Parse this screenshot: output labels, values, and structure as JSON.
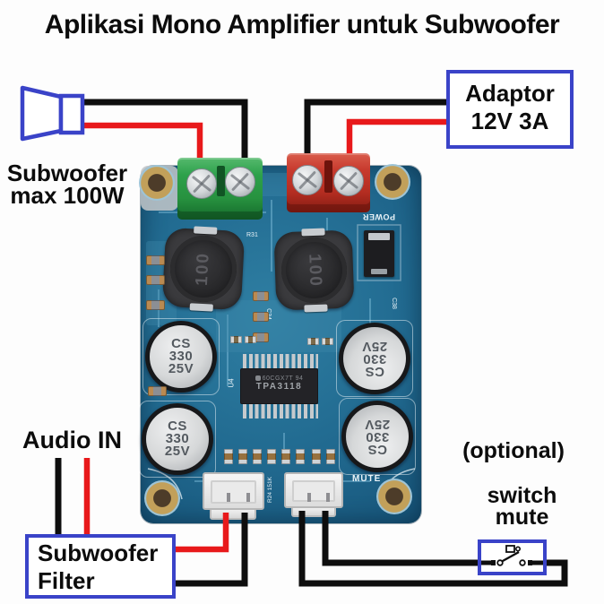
{
  "title": "Aplikasi Mono Amplifier untuk Subwoofer",
  "speaker_label": {
    "line1": "Subwoofer",
    "line2": "max 100W"
  },
  "adaptor_box": {
    "line1": "Adaptor",
    "line2": "12V 3A"
  },
  "audio_in_label": "Audio IN",
  "filter_box": {
    "line1": "Subwoofer",
    "line2": "Filter"
  },
  "optional_label": "(optional)",
  "switch_label": {
    "line1": "switch",
    "line2": "mute"
  },
  "pcb": {
    "chip": {
      "marking_line1": "60CGX7T 94",
      "marking_line2": "TPA3118",
      "ref": "U4"
    },
    "capacitor": {
      "line1": "CS",
      "line2": "330",
      "line3": "25V"
    },
    "inductor_left_marking": "100",
    "inductor_right_marking": "100",
    "silkscreen": {
      "power": "POWER",
      "mute": "MUTE",
      "c34": "C34",
      "c38": "C38",
      "r31": "R31",
      "r24": "R24 151K"
    }
  },
  "colors": {
    "box_border_blue": "#3a43c8",
    "wire_red": "#e8191b",
    "wire_black": "#0e0e0e",
    "pcb_blue": "#216a90",
    "terminal_green": "#2da14b",
    "terminal_red": "#c73a2e"
  }
}
